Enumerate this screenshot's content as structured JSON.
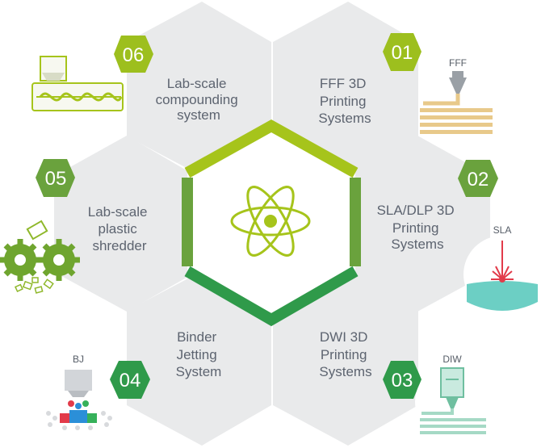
{
  "colors": {
    "hex_bg": "#e9eaeb",
    "badge_light": "#9dbf1e",
    "badge_mid": "#6aa23d",
    "badge_dark": "#2f9a4a",
    "atom": "#a6c41b",
    "text": "#5d6470"
  },
  "center": {
    "icon": "atom-icon"
  },
  "items": [
    {
      "number": "01",
      "lines": [
        "FFF 3D",
        "Printing",
        "Systems"
      ],
      "icon_caption": "FFF",
      "icon": "fff-nozzle-icon"
    },
    {
      "number": "02",
      "lines": [
        "SLA/DLP 3D",
        "Printing",
        "Systems"
      ],
      "icon_caption": "SLA",
      "icon": "sla-laser-icon"
    },
    {
      "number": "03",
      "lines": [
        "DWI 3D",
        "Printing",
        "Systems"
      ],
      "icon_caption": "DIW",
      "icon": "diw-syringe-icon"
    },
    {
      "number": "04",
      "lines": [
        "Binder",
        "Jetting",
        "System"
      ],
      "icon_caption": "BJ",
      "icon": "binder-jet-icon"
    },
    {
      "number": "05",
      "lines": [
        "Lab-scale",
        "plastic",
        "shredder"
      ],
      "icon_caption": "",
      "icon": "shredder-gears-icon"
    },
    {
      "number": "06",
      "lines": [
        "Lab-scale",
        "compounding",
        "system"
      ],
      "icon_caption": "",
      "icon": "extruder-screw-icon"
    }
  ]
}
